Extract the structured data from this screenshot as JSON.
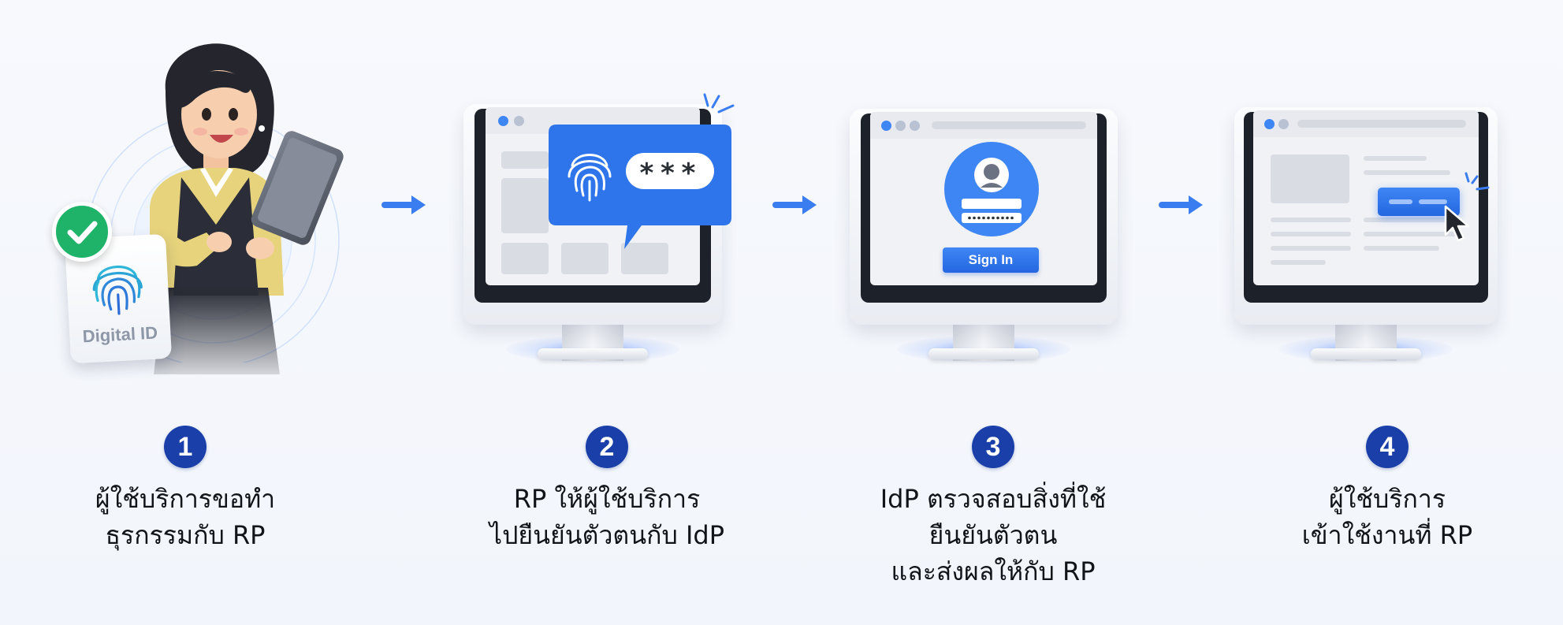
{
  "person": {
    "id_card_label": "Digital ID",
    "icons": [
      "check-icon",
      "fingerprint-icon",
      "tablet-icon"
    ]
  },
  "monitor2": {
    "password_mask": "***"
  },
  "monitor3": {
    "signin_label": "Sign In"
  },
  "steps": [
    {
      "number": "1",
      "lines": [
        "ผู้ใช้บริการขอทำ",
        "ธุรกรรมกับ RP"
      ]
    },
    {
      "number": "2",
      "lines": [
        "RP ให้ผู้ใช้บริการ",
        "ไปยืนยันตัวตนกับ IdP"
      ]
    },
    {
      "number": "3",
      "lines": [
        "IdP ตรวจสอบสิ่งที่ใช้",
        "ยืนยันตัวตน",
        "และส่งผลให้กับ RP"
      ]
    },
    {
      "number": "4",
      "lines": [
        "ผู้ใช้บริการ",
        "เข้าใช้งานที่ RP"
      ]
    }
  ],
  "colors": {
    "accent_blue": "#2f6fe6",
    "badge_navy": "#1a3fa8",
    "check_green": "#1fb36a"
  }
}
